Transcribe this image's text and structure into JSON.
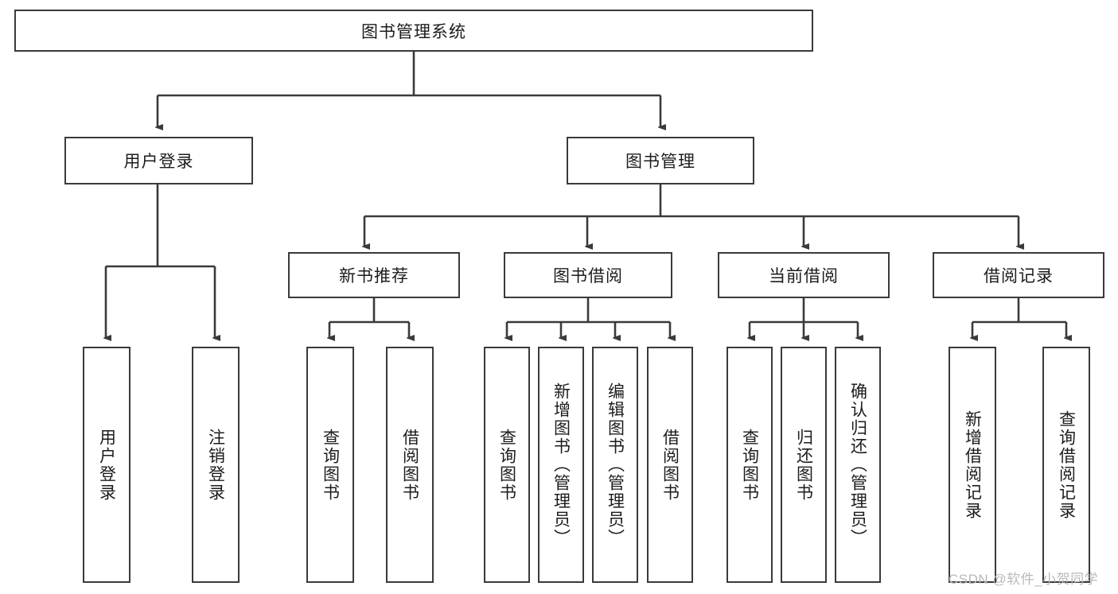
{
  "diagram": {
    "title": "图书管理系统",
    "type": "tree-hierarchy",
    "accent_color": "#3a3a3a",
    "background_color": "#ffffff",
    "text_color": "#1c1c1c"
  },
  "nodes": {
    "root": {
      "label": "图书管理系统"
    },
    "level2": [
      {
        "label": "用户登录"
      },
      {
        "label": "图书管理"
      }
    ],
    "level3": [
      {
        "label": "新书推荐"
      },
      {
        "label": "图书借阅"
      },
      {
        "label": "当前借阅"
      },
      {
        "label": "借阅记录"
      }
    ],
    "leaves": {
      "user_login": [
        {
          "label": "用户登录"
        },
        {
          "label": "注销登录"
        }
      ],
      "new_book_recommend": [
        {
          "label": "查询图书"
        },
        {
          "label": "借阅图书"
        }
      ],
      "book_borrow": [
        {
          "label": "查询图书"
        },
        {
          "label": "新增图书（管理员）"
        },
        {
          "label": "编辑图书（管理员）"
        },
        {
          "label": "借阅图书"
        }
      ],
      "current_borrow": [
        {
          "label": "查询图书"
        },
        {
          "label": "归还图书"
        },
        {
          "label": "确认归还（管理员）"
        }
      ],
      "borrow_records": [
        {
          "label": "新增借阅记录"
        },
        {
          "label": "查询借阅记录"
        }
      ]
    }
  },
  "watermark": {
    "text": "CSDN @软件_小贺同学"
  }
}
